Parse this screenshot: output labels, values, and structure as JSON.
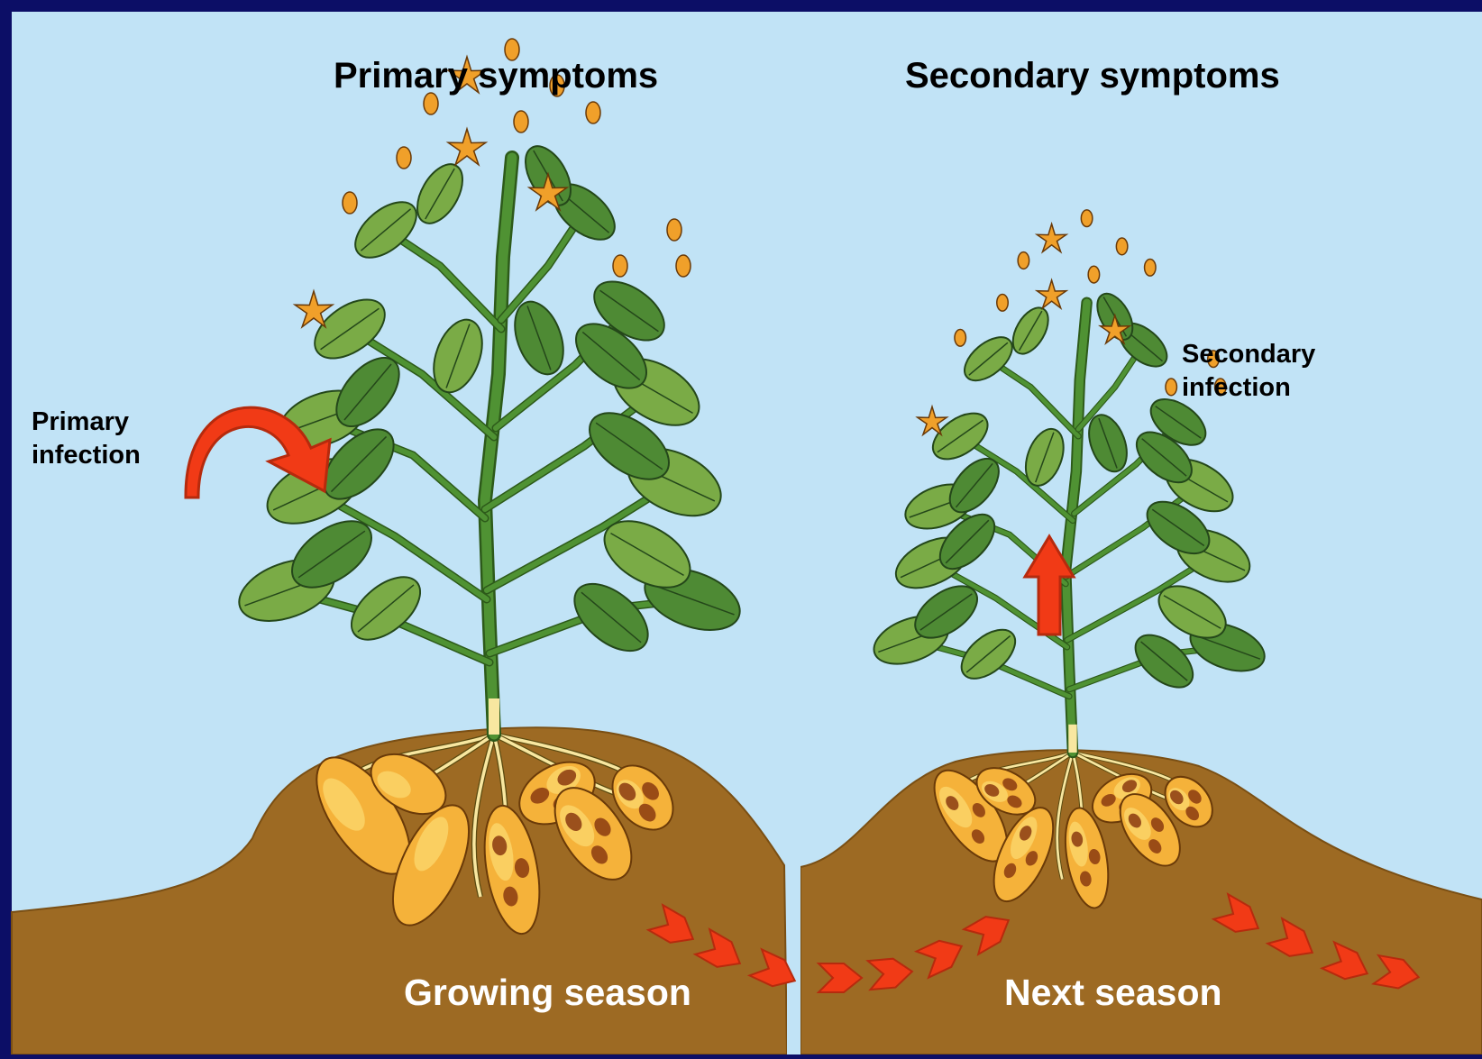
{
  "titles": {
    "primary": "Primary symptoms",
    "secondary": "Secondary symptoms"
  },
  "labels": {
    "primary_infection": [
      "Primary",
      "infection"
    ],
    "secondary_infection": [
      "Secondary",
      "infection"
    ],
    "growing_season": "Growing season",
    "next_season": "Next season"
  },
  "colors": {
    "frame": "#0c0e66",
    "sky": "#c1e3f6",
    "soil": "#9d6a23",
    "soil_edge": "#7a4f14",
    "stem": "#4f9233",
    "leaf": "#7aab46",
    "leaf_dark": "#4e8a34",
    "flower": "#f0a02a",
    "tuber": "#f5b23a",
    "tuber_light": "#fbd66c",
    "tuber_spot": "#8a3a10",
    "arrow": "#f13a16",
    "arrow_dark": "#b62a0d",
    "root": "#f8e7a0"
  },
  "icons": {
    "primary_infection_arrow": "curved-arrow-icon",
    "secondary_infection_arrow": "up-arrow-icon",
    "spread_arrows": "chevron-right-icon"
  }
}
